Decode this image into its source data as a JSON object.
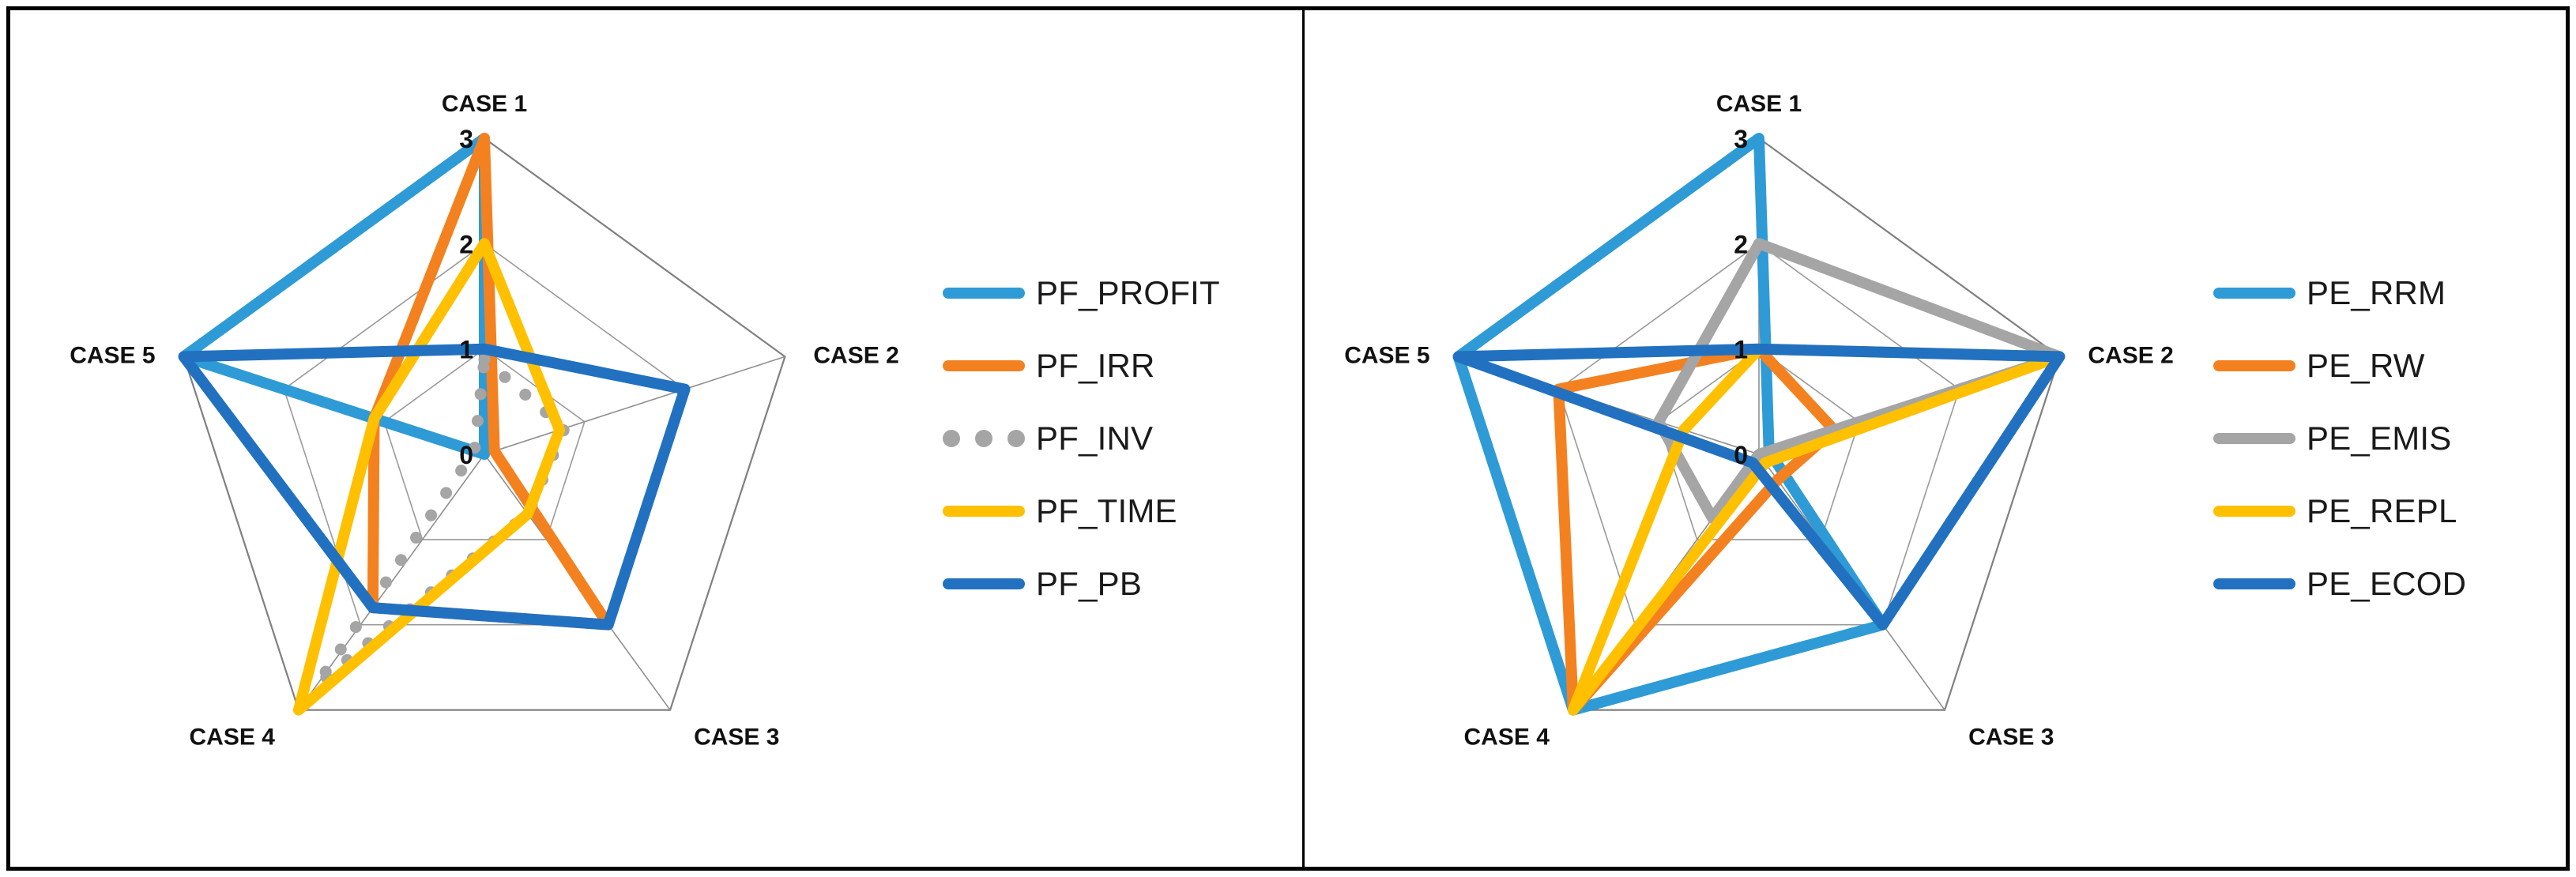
{
  "figure": {
    "panels": [
      {
        "id": "profitability",
        "legend_title": "",
        "legend": [
          {
            "label": "PF_PROFIT",
            "color": "#2E9BD6",
            "style": "line",
            "icon": "legend-line-swatch"
          },
          {
            "label": "PF_IRR",
            "color": "#F4811F",
            "style": "line",
            "icon": "legend-line-swatch"
          },
          {
            "label": "PF_INV",
            "color": "#A5A5A5",
            "style": "dotted",
            "icon": "legend-dotted-swatch"
          },
          {
            "label": "PF_TIME",
            "color": "#FFC000",
            "style": "line",
            "icon": "legend-line-swatch"
          },
          {
            "label": "PF_PB",
            "color": "#2171C0",
            "style": "line",
            "icon": "legend-line-swatch"
          }
        ]
      },
      {
        "id": "environmental",
        "legend_title": "",
        "legend": [
          {
            "label": "PE_RRM",
            "color": "#2E9BD6",
            "style": "line",
            "icon": "legend-line-swatch"
          },
          {
            "label": "PE_RW",
            "color": "#F4811F",
            "style": "line",
            "icon": "legend-line-swatch"
          },
          {
            "label": "PE_EMIS",
            "color": "#A5A5A5",
            "style": "line",
            "icon": "legend-line-swatch"
          },
          {
            "label": "PE_REPL",
            "color": "#FFC000",
            "style": "line",
            "icon": "legend-line-swatch"
          },
          {
            "label": "PE_ECOD",
            "color": "#2171C0",
            "style": "line",
            "icon": "legend-line-swatch"
          }
        ]
      }
    ]
  },
  "chart_data": [
    {
      "type": "radar",
      "title": "",
      "categories": [
        "CASE 1",
        "CASE 2",
        "CASE 3",
        "CASE 4",
        "CASE 5"
      ],
      "tick_labels": [
        "0",
        "1",
        "2",
        "3"
      ],
      "rlim": [
        0,
        3
      ],
      "grid": true,
      "legend_position": "right",
      "series": [
        {
          "name": "PF_PROFIT",
          "color": "#2E9BD6",
          "style": "line",
          "values": [
            3,
            0,
            0,
            0,
            3
          ]
        },
        {
          "name": "PF_IRR",
          "color": "#F4811F",
          "style": "line",
          "values": [
            3,
            0.1,
            2,
            1.8,
            1.1
          ]
        },
        {
          "name": "PF_INV",
          "color": "#A5A5A5",
          "style": "dotted",
          "values": [
            0.9,
            0.8,
            0.7,
            2.7,
            0.1
          ]
        },
        {
          "name": "PF_TIME",
          "color": "#FFC000",
          "style": "line",
          "values": [
            2,
            0.75,
            0.7,
            3,
            1.1
          ]
        },
        {
          "name": "PF_PB",
          "color": "#2171C0",
          "style": "line",
          "values": [
            1,
            2,
            2,
            1.8,
            3
          ]
        }
      ]
    },
    {
      "type": "radar",
      "title": "",
      "categories": [
        "CASE 1",
        "CASE 2",
        "CASE 3",
        "CASE 4",
        "CASE 5"
      ],
      "tick_labels": [
        "0",
        "1",
        "2",
        "3"
      ],
      "rlim": [
        0,
        3
      ],
      "grid": true,
      "legend_position": "right",
      "series": [
        {
          "name": "PE_RRM",
          "color": "#2E9BD6",
          "style": "line",
          "values": [
            3,
            0.1,
            2,
            3,
            3
          ]
        },
        {
          "name": "PE_RW",
          "color": "#F4811F",
          "style": "line",
          "values": [
            1,
            0.75,
            0.3,
            3,
            2
          ]
        },
        {
          "name": "PE_EMIS",
          "color": "#A5A5A5",
          "style": "line",
          "values": [
            2,
            3,
            0,
            0.75,
            1
          ]
        },
        {
          "name": "PE_REPL",
          "color": "#FFC000",
          "style": "line",
          "values": [
            1,
            3,
            0.1,
            3,
            0.75
          ]
        },
        {
          "name": "PE_ECOD",
          "color": "#2171C0",
          "style": "line",
          "values": [
            1,
            3,
            2,
            0.1,
            3
          ]
        }
      ]
    }
  ]
}
